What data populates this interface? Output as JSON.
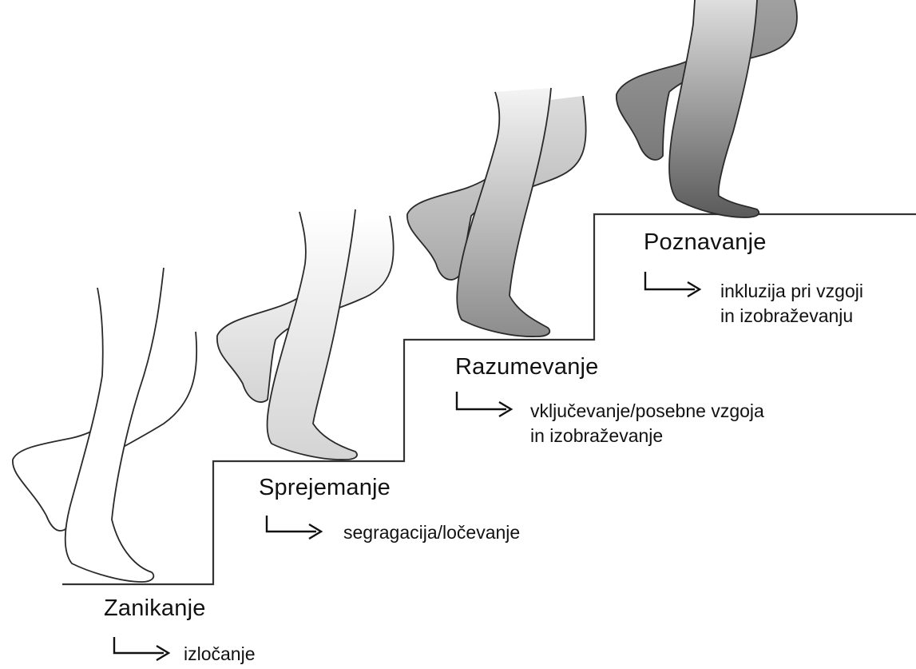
{
  "steps": [
    {
      "title": "Zanikanje",
      "outcome": [
        "izločanje"
      ]
    },
    {
      "title": "Sprejemanje",
      "outcome": [
        "segragacija/ločevanje"
      ]
    },
    {
      "title": "Razumevanje",
      "outcome": [
        "vključevanje/posebne vzgoja",
        "in izobraževanje"
      ]
    },
    {
      "title": "Poznavanje",
      "outcome": [
        "inkluzija pri vzgoji",
        "in izobraževanju"
      ]
    }
  ],
  "colors": {
    "line": "#333333",
    "text": "#111111",
    "leg_outline": "#2a2a2a",
    "leg_dark": "#555555",
    "leg_mid": "#8a8a8a",
    "leg_light": "#e6e6e6"
  },
  "icons": [
    "right-angle-arrow-icon",
    "walking-legs-illustration"
  ]
}
